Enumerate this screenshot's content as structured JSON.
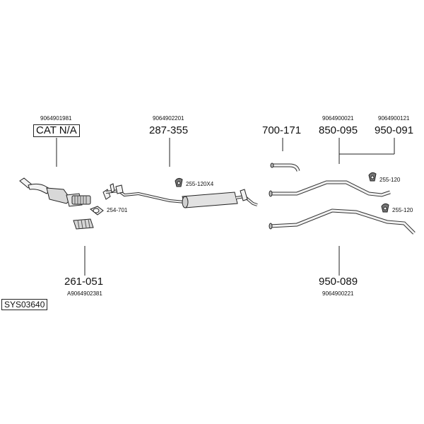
{
  "diagram": {
    "code": "SYS03640",
    "parts": [
      {
        "id": "cat",
        "part_no": "CAT N/A",
        "oe": "9064901981"
      },
      {
        "id": "front-pipe",
        "part_no": "287-355",
        "oe": "9064902201"
      },
      {
        "id": "tailpipe-short",
        "part_no": "700-171"
      },
      {
        "id": "pipe-850",
        "part_no": "850-095",
        "oe": "9064900021"
      },
      {
        "id": "pipe-950-091",
        "part_no": "950-091",
        "oe": "9064900121"
      },
      {
        "id": "flex-pipe",
        "part_no": "261-051",
        "oe": "A9064902381"
      },
      {
        "id": "pipe-950-089",
        "part_no": "950-089",
        "oe": "9064900221"
      }
    ],
    "fittings": [
      {
        "id": "clamp-254",
        "label": "254-701"
      },
      {
        "id": "hanger-255-x4",
        "label": "255-120X4"
      },
      {
        "id": "hanger-255-a",
        "label": "255-120"
      },
      {
        "id": "hanger-255-b",
        "label": "255-120"
      }
    ]
  }
}
